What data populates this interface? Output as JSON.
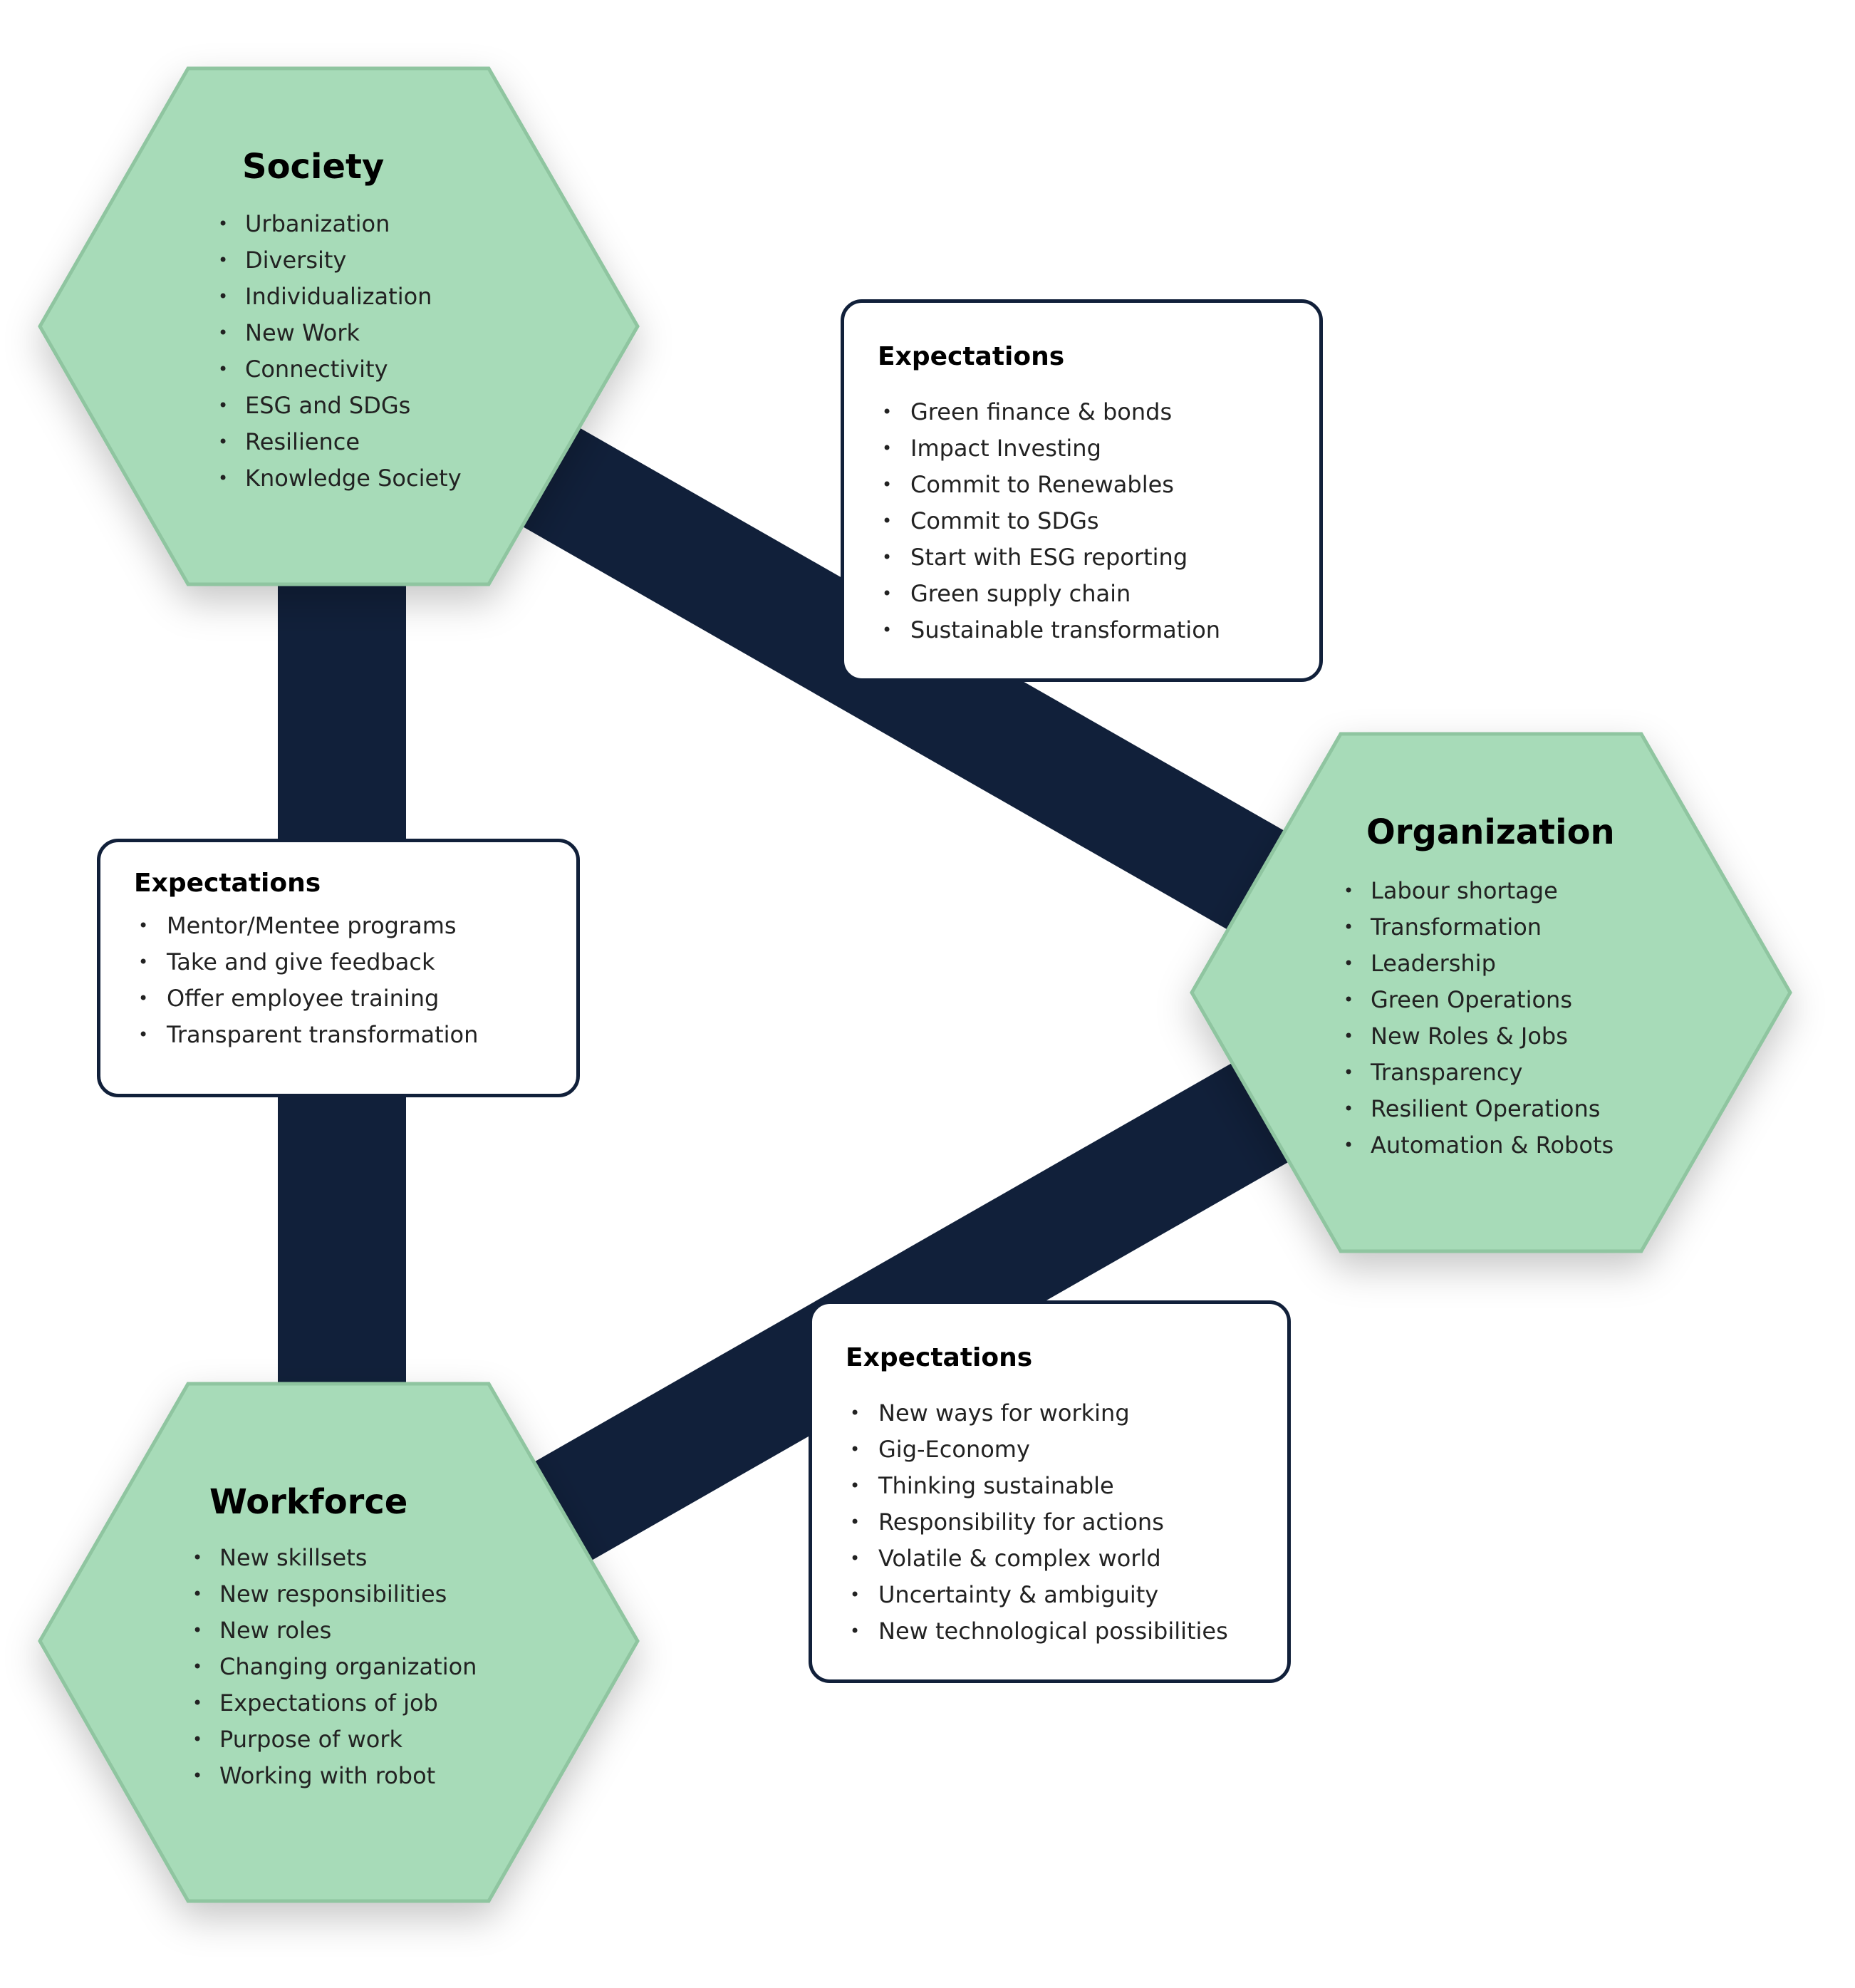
{
  "colors": {
    "hexagon_fill": "#a7dbb8",
    "hexagon_stroke": "#8fc5a0",
    "connector": "#11203a",
    "box_border": "#11203a",
    "box_fill": "#ffffff"
  },
  "nodes": {
    "society": {
      "title": "Society",
      "items": [
        "Urbanization",
        "Diversity",
        "Individualization",
        "New Work",
        "Connectivity",
        "ESG and SDGs",
        "Resilience",
        "Knowledge Society"
      ]
    },
    "organization": {
      "title": "Organization",
      "items": [
        "Labour shortage",
        "Transformation",
        "Leadership",
        "Green Operations",
        "New Roles & Jobs",
        "Transparency",
        "Resilient Operations",
        "Automation & Robots"
      ]
    },
    "workforce": {
      "title": "Workforce",
      "items": [
        "New skillsets",
        "New responsibilities",
        "New roles",
        "Changing organization",
        "Expectations of job",
        "Purpose of work",
        "Working with robot"
      ]
    }
  },
  "expectations": {
    "society_organization": {
      "title": "Expectations",
      "items": [
        "Green finance & bonds",
        "Impact Investing",
        "Commit to Renewables",
        "Commit to SDGs",
        "Start with ESG reporting",
        "Green supply chain",
        "Sustainable transformation"
      ]
    },
    "society_workforce": {
      "title": "Expectations",
      "items": [
        "Mentor/Mentee programs",
        "Take and give feedback",
        "Offer employee training",
        "Transparent transformation"
      ]
    },
    "workforce_organization": {
      "title": "Expectations",
      "items": [
        "New ways for working",
        "Gig-Economy",
        "Thinking sustainable",
        "Responsibility for actions",
        "Volatile & complex world",
        "Uncertainty & ambiguity",
        "New technological possibilities"
      ]
    }
  }
}
